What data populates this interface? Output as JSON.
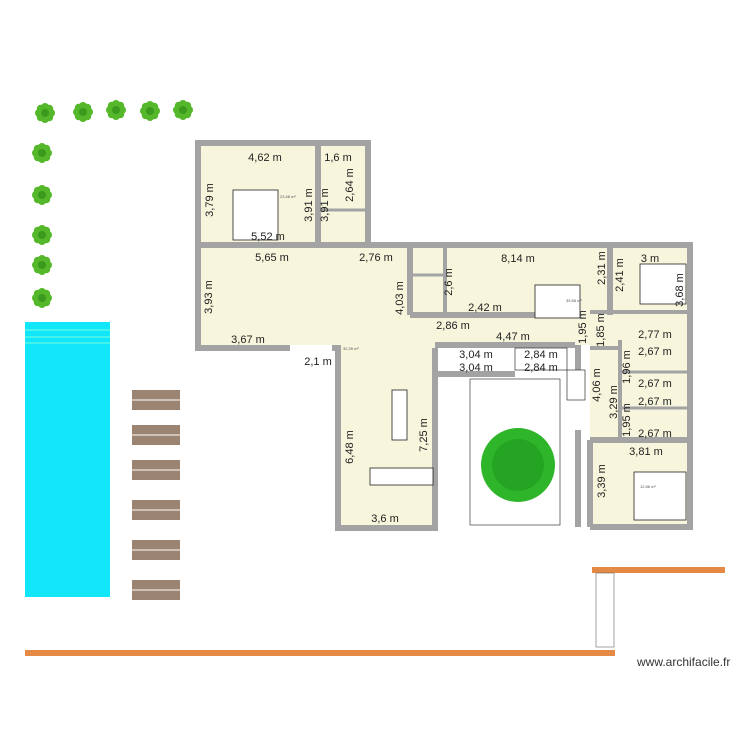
{
  "colors": {
    "wall": "#a3a3a3",
    "floor": "#f7f5dc",
    "pool": "#11e6fb",
    "lounger": "#9c8472",
    "fence": "#e58a45",
    "plant": "#55b82b"
  },
  "dimensions": [
    "4,62 m",
    "1,6 m",
    "3,79 m",
    "3,91 m",
    "3,91 m",
    "2,64 m",
    "5,52 m",
    "5,65 m",
    "2,76 m",
    "3,93 m",
    "4,03 m",
    "3,67 m",
    "2,1 m",
    "6,48 m",
    "7,25 m",
    "3,6 m",
    "2,6 m",
    "2,42 m",
    "8,14 m",
    "2,86 m",
    "4,47 m",
    "1,95 m",
    "3,04 m",
    "3,04 m",
    "2,84 m",
    "2,84 m",
    "2,31 m",
    "2,41 m",
    "3 m",
    "3,68 m",
    "1,85 m",
    "2,77 m",
    "2,67 m",
    "1,96 m",
    "2,67 m",
    "4,06 m",
    "3,29 m",
    "2,67 m",
    "1,95 m",
    "2,67 m",
    "3,81 m",
    "3,39 m"
  ],
  "areas": [
    "23,48 m²",
    "32,39 m²",
    "39,58 m²",
    "12,86 m²"
  ],
  "watermark": "www.archifacile.fr"
}
